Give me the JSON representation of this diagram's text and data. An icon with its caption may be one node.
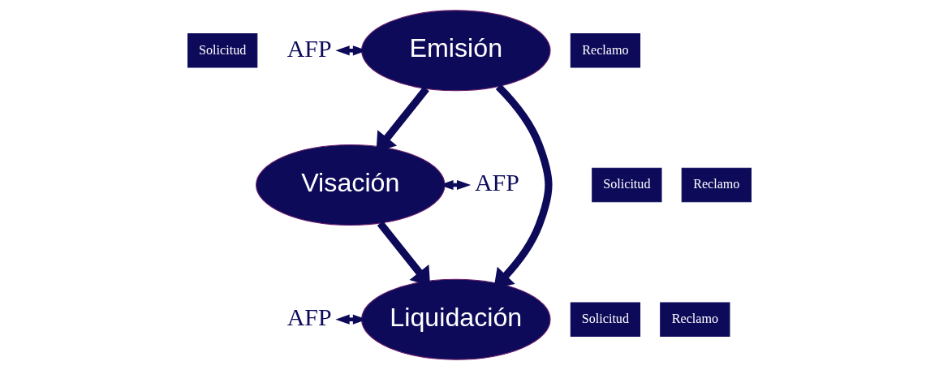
{
  "diagram": {
    "nodes": [
      {
        "text": [
          "Solicitud"
        ]
      },
      {
        "text": [
          "AFP"
        ]
      },
      {
        "text": [
          "Reclamo"
        ]
      },
      {
        "text": [
          "Emisión"
        ]
      },
      {
        "text": [
          "Solicitud"
        ]
      },
      {
        "text": [
          "Visación"
        ]
      },
      {
        "text": [
          "AFP"
        ]
      },
      {
        "text": [
          "Reclamo"
        ]
      },
      {
        "text": [
          "Solicitud"
        ]
      },
      {
        "text": [
          "AFP"
        ]
      },
      {
        "text": [
          "Liquidación"
        ]
      },
      {
        "text": [
          "Reclamo"
        ]
      }
    ],
    "edges": [
      {
        "from": 1,
        "to": 3,
        "arrow": "both"
      },
      {
        "from": 5,
        "to": 6,
        "arrow": "both"
      },
      {
        "from": 9,
        "to": 10,
        "arrow": "both"
      },
      {
        "from": 3,
        "to": 5,
        "arrow": "to",
        "style": "thick"
      },
      {
        "from": 3,
        "to": 10,
        "arrow": "to",
        "style": "thick"
      },
      {
        "from": 5,
        "to": 10,
        "arrow": "to",
        "style": "thick"
      }
    ]
  }
}
